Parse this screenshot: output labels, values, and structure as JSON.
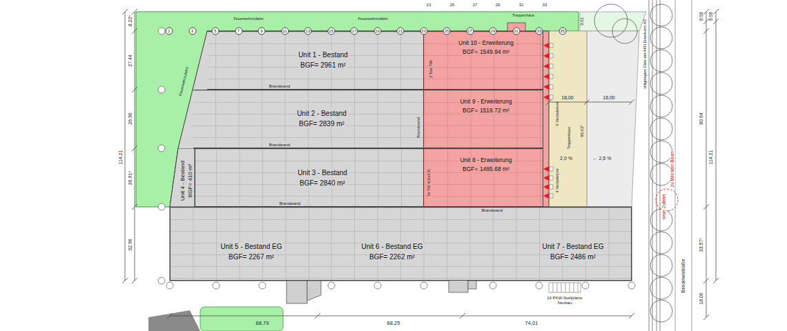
{
  "diagram": {
    "nodes": [
      {
        "text": [
          "Unit 1 - Bestand",
          "BGF= 2961 m²"
        ]
      },
      {
        "text": [
          "Unit 10 - Erweiterung",
          "BGF= 1549.94 m²"
        ]
      },
      {
        "text": [
          "Unit 2 - Bestand",
          "BGF= 2839 m²"
        ]
      },
      {
        "text": [
          "Unit 9 - Erweiterung",
          "BGF= 1519.72 m²"
        ]
      },
      {
        "text": [
          "Unit 4 - Bestand",
          "BGF= 410 m²"
        ]
      },
      {
        "text": [
          "Unit 3 - Bestand",
          "BGF= 2840 m²"
        ]
      },
      {
        "text": [
          "Unit 8 - Erweiterung",
          "BGF= 1485.68 m²"
        ]
      },
      {
        "text": [
          "Unit 5 - Bestand EG",
          "BGF= 2267 m²"
        ]
      },
      {
        "text": [
          "Unit 6 - Bestand EG",
          "BGF= 2262 m²"
        ]
      },
      {
        "text": [
          "Unit 7 - Bestand EG",
          "BGF= 2486 m²"
        ]
      }
    ],
    "labels": [
      "8.22⁵",
      "27.44",
      "26.90",
      "114.21",
      "26.91⁵",
      "32.96",
      "9.08",
      "9.08",
      "80.64",
      "114.21",
      "33.57⁵",
      "18.00",
      "9.01",
      "Bredowstraße",
      "neue Zufahrt",
      "zu fällender Baum",
      "stillgelegtes Gleis der AKN Eisenbahn AG",
      "18,00",
      "16,00",
      "80,63⁵",
      "2,0 %",
      "← 2,5 %",
      "6 Verladetore",
      "4 Verladetore",
      "Brandwand",
      "Brandwand",
      "Brandwand",
      "Brandwand",
      "Brandwand",
      "Treppenhaus",
      "Treppenhaus",
      "14 PKW-Stellplätze Neubau",
      "68,79",
      "68,25",
      "74,01",
      "23",
      "25",
      "27",
      "29",
      "31",
      "33",
      "Feuerwehrzufahrt",
      "Feuerwehrzufahrt",
      "Feuerwehrzufahrt",
      "3 Tore T90",
      "Tor T90 4,00x4,30",
      "1",
      "3",
      "5",
      "7",
      "9",
      "11",
      "13",
      "15",
      "17",
      "19",
      "21",
      "23",
      "25",
      "27",
      "29",
      "31",
      "33",
      "35"
    ]
  }
}
